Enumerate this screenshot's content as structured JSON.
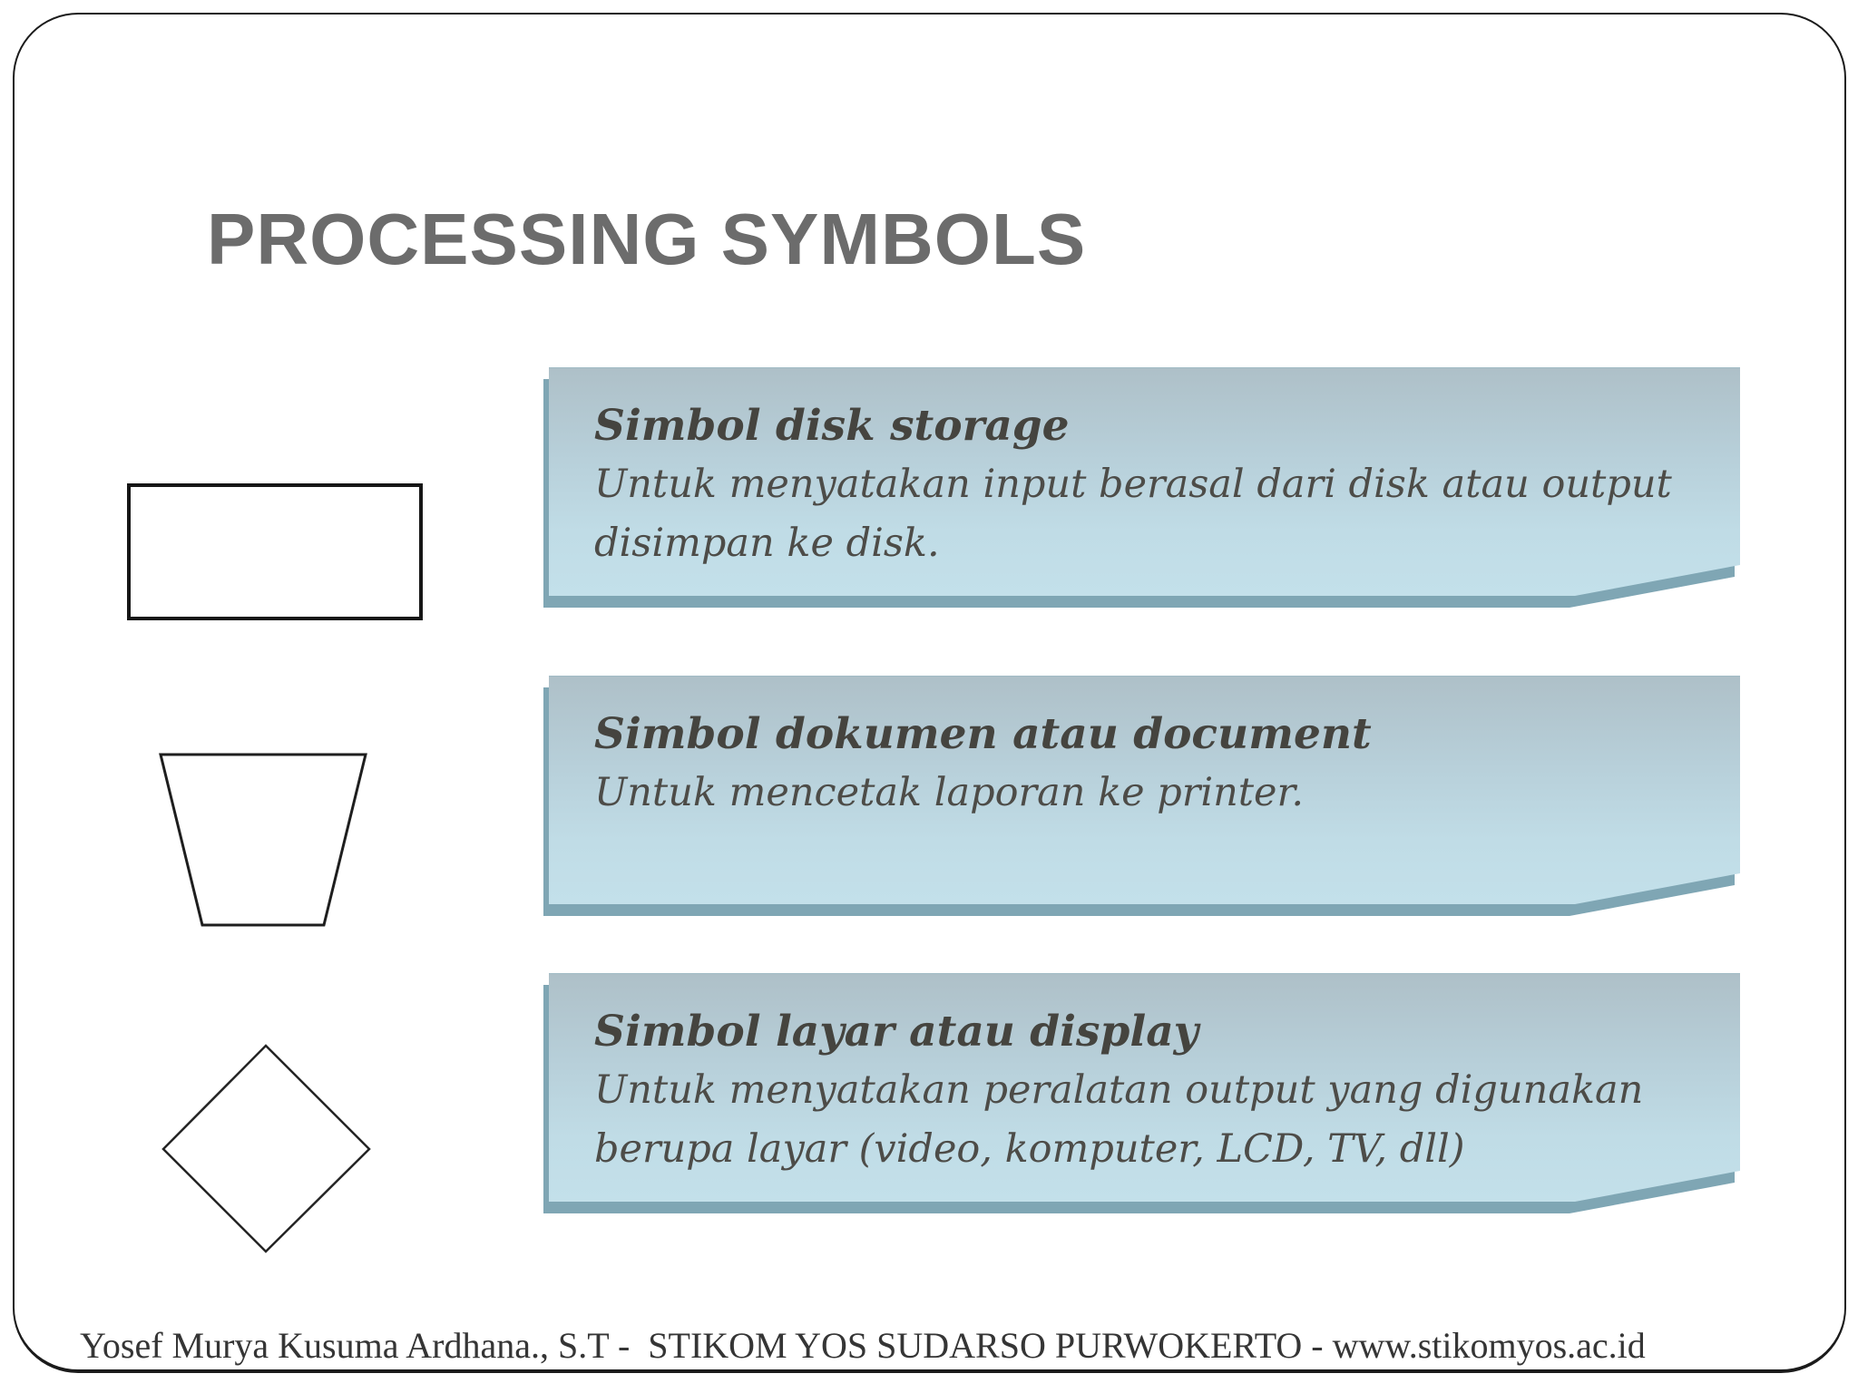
{
  "slide": {
    "title": "PROCESSING SYMBOLS",
    "items": [
      {
        "symbol_icon": "rectangle-symbol",
        "heading": "Simbol disk storage",
        "description": "Untuk menyatakan input berasal dari disk atau output disimpan ke disk."
      },
      {
        "symbol_icon": "inverted-trapezoid-symbol",
        "heading": "Simbol dokumen atau document",
        "description": "Untuk mencetak laporan ke printer."
      },
      {
        "symbol_icon": "diamond-symbol",
        "heading": "Simbol layar atau display",
        "description": "Untuk menyatakan peralatan output yang digunakan berupa layar (video, komputer, LCD, TV, dll)"
      }
    ],
    "footer": "Yosef Murya Kusuma Ardhana., S.T -  STIKOM YOS SUDARSO PURWOKERTO - www.stikomyos.ac.id",
    "colors": {
      "title_text": "#6c6c6c",
      "callout_gradient_top": "#aec0c8",
      "callout_gradient_bottom": "#c3e0ea",
      "callout_shadow": "#7fa6b4",
      "callout_heading_text": "#45443f",
      "callout_body_text": "#4d4c48",
      "shape_stroke": "#161616",
      "footer_text": "#353535"
    }
  }
}
